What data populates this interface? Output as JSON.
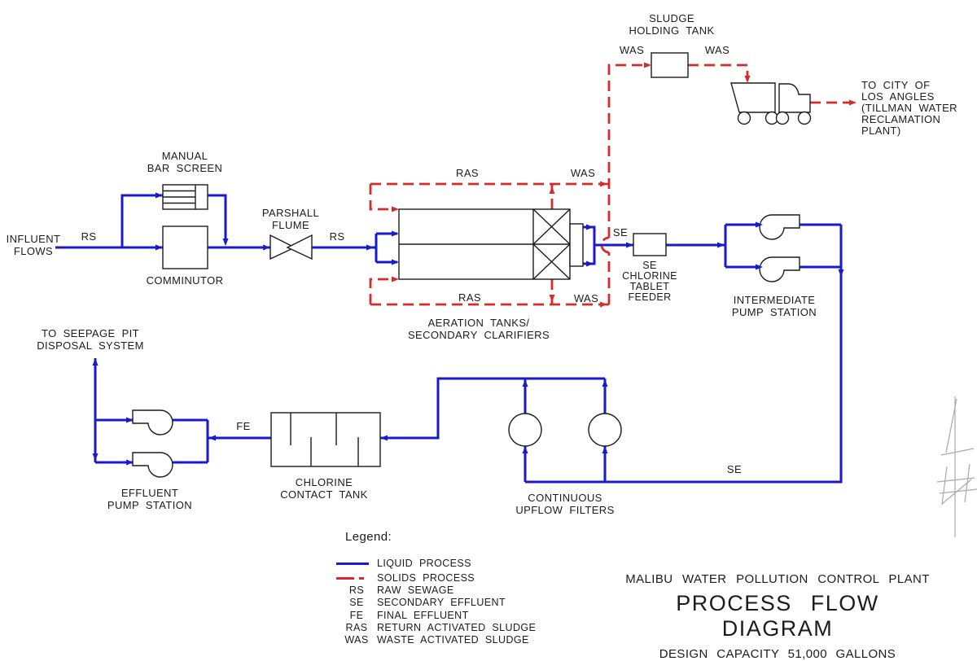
{
  "colors": {
    "liquid_process": "#1a1acd",
    "solids_process": "#d62b2b",
    "ink": "#1c1c1c",
    "north_arrow": "#aaaaaa"
  },
  "labels": {
    "influent": [
      "INFLUENT",
      "FLOWS"
    ],
    "manual_bar_screen": [
      "MANUAL",
      "BAR SCREEN"
    ],
    "comminutor": "COMMINUTOR",
    "parshall_flume": [
      "PARSHALL",
      "FLUME"
    ],
    "aeration": [
      "AERATION TANKS/",
      "SECONDARY CLARIFIERS"
    ],
    "chlorine_feeder": [
      "SE",
      "CHLORINE",
      "TABLET",
      "FEEDER"
    ],
    "intermediate_ps": [
      "INTERMEDIATE",
      "PUMP STATION"
    ],
    "sludge_tank": [
      "SLUDGE",
      "HOLDING TANK"
    ],
    "to_city": [
      "TO CITY OF",
      "LOS ANGLES",
      "(TILLMAN WATER",
      "RECLAMATION",
      "PLANT)"
    ],
    "seepage": [
      "TO SEEPAGE PIT",
      "DISPOSAL SYSTEM"
    ],
    "effluent_ps": [
      "EFFLUENT",
      "PUMP STATION"
    ],
    "contact_tank": [
      "CHLORINE",
      "CONTACT TANK"
    ],
    "upflow_filters": [
      "CONTINUOUS",
      "UPFLOW FILTERS"
    ]
  },
  "flow_tags": {
    "rs_influent": "RS",
    "rs_flume": "RS",
    "ras_top": "RAS",
    "was_top": "WAS",
    "ras_bottom": "RAS",
    "was_bottom": "WAS",
    "se_clarifier": "SE",
    "was_sludge_in": "WAS",
    "was_sludge_out": "WAS",
    "se_filters": "SE",
    "fe": "FE"
  },
  "legend": {
    "heading": "Legend:",
    "line_items": [
      {
        "swatch": "liquid_process",
        "text": "LIQUID PROCESS"
      },
      {
        "swatch": "solids_process",
        "text": "SOLIDS PROCESS"
      }
    ],
    "abbreviations": [
      {
        "abbr": "RS",
        "text": "RAW SEWAGE"
      },
      {
        "abbr": "SE",
        "text": "SECONDARY EFFLUENT"
      },
      {
        "abbr": "FE",
        "text": "FINAL EFFLUENT"
      },
      {
        "abbr": "RAS",
        "text": "RETURN ACTIVATED SLUDGE"
      },
      {
        "abbr": "WAS",
        "text": "WASTE ACTIVATED SLUDGE"
      }
    ]
  },
  "title_block": {
    "plant": "MALIBU WATER POLLUTION CONTROL PLANT",
    "title": "PROCESS FLOW DIAGRAM",
    "capacity": "DESIGN CAPACITY 51,000 GALLONS"
  }
}
